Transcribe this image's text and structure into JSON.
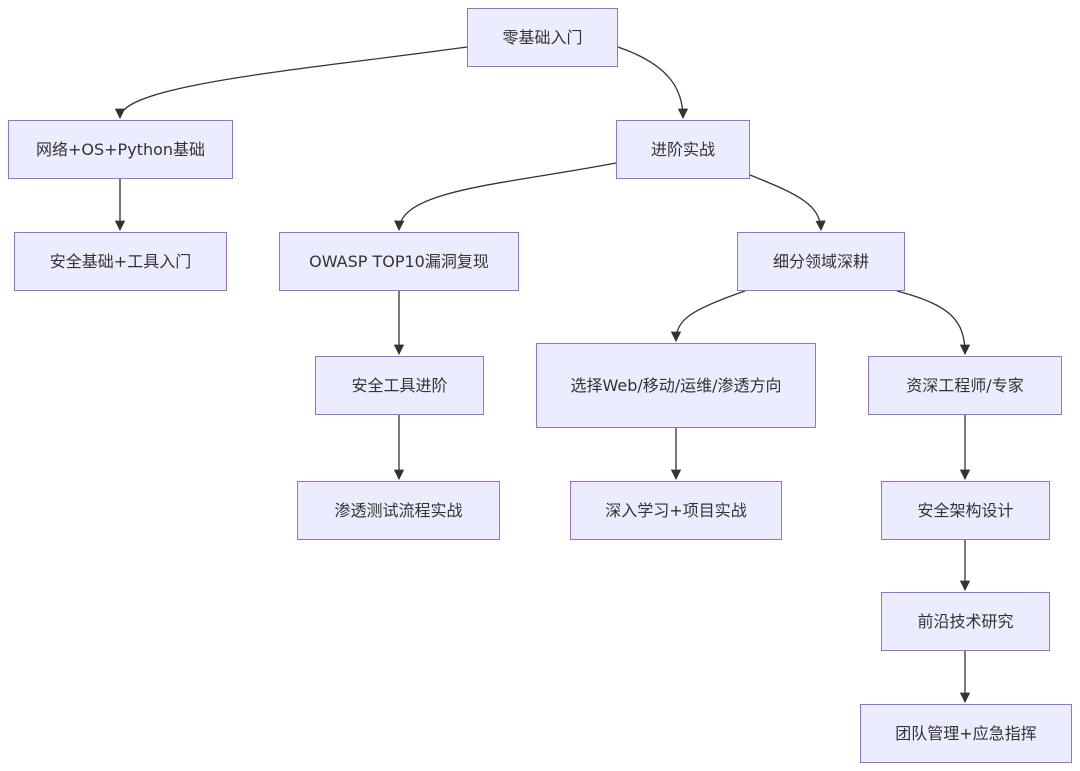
{
  "flowchart": {
    "nodes": [
      {
        "id": "n1",
        "label": "零基础入门"
      },
      {
        "id": "n2",
        "label": "网络+OS+Python基础"
      },
      {
        "id": "n3",
        "label": "进阶实战"
      },
      {
        "id": "n4",
        "label": "安全基础+工具入门"
      },
      {
        "id": "n5",
        "label": "OWASP TOP10漏洞复现"
      },
      {
        "id": "n6",
        "label": "细分领域深耕"
      },
      {
        "id": "n7",
        "label": "安全工具进阶"
      },
      {
        "id": "n8",
        "label": "选择Web/移动/运维/渗透方向"
      },
      {
        "id": "n9",
        "label": "资深工程师/专家"
      },
      {
        "id": "n10",
        "label": "渗透测试流程实战"
      },
      {
        "id": "n11",
        "label": "深入学习+项目实战"
      },
      {
        "id": "n12",
        "label": "安全架构设计"
      },
      {
        "id": "n13",
        "label": "前沿技术研究"
      },
      {
        "id": "n14",
        "label": "团队管理+应急指挥"
      }
    ],
    "edges": [
      {
        "from": "n1",
        "to": "n2"
      },
      {
        "from": "n1",
        "to": "n3"
      },
      {
        "from": "n2",
        "to": "n4"
      },
      {
        "from": "n3",
        "to": "n5"
      },
      {
        "from": "n3",
        "to": "n6"
      },
      {
        "from": "n5",
        "to": "n7"
      },
      {
        "from": "n7",
        "to": "n10"
      },
      {
        "from": "n6",
        "to": "n8"
      },
      {
        "from": "n6",
        "to": "n9"
      },
      {
        "from": "n8",
        "to": "n11"
      },
      {
        "from": "n9",
        "to": "n12"
      },
      {
        "from": "n12",
        "to": "n13"
      },
      {
        "from": "n13",
        "to": "n14"
      }
    ],
    "colors": {
      "node_fill": "#ECECFF",
      "node_border": "#9370DB",
      "edge": "#333333",
      "text": "#333333"
    }
  }
}
